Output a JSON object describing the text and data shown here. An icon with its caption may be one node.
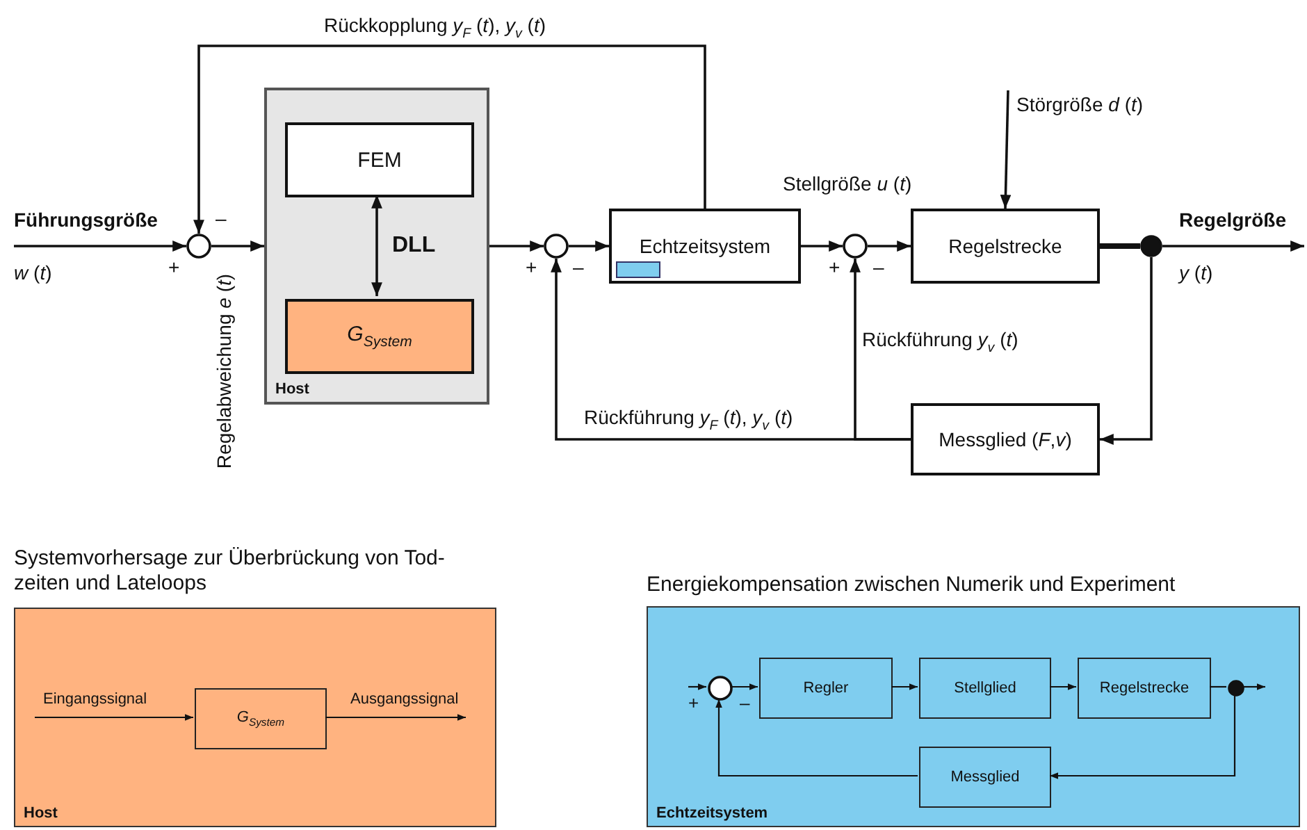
{
  "diagram": {
    "nodes": [
      {
        "text": [
          "Führungsgröße",
          "*w* (*t*)"
        ]
      },
      {
        "text": [],
        "shape": "circle"
      },
      {
        "text": [
          "Host"
        ]
      },
      {
        "text": [
          "FEM"
        ],
        "in": 2
      },
      {
        "text": [
          "G$_{System}$"
        ],
        "in": 2
      },
      {
        "text": [],
        "shape": "circle"
      },
      {
        "text": [
          "Echtzeitsystem"
        ]
      },
      {
        "text": [],
        "shape": "circle"
      },
      {
        "text": [
          "Regelstrecke"
        ]
      },
      {
        "text": [],
        "shape": "dot"
      },
      {
        "text": [
          "Regelgröße",
          "*y* (*t*)"
        ]
      },
      {
        "text": [
          "Messglied (*F*,*v*)"
        ]
      },
      {
        "text": [
          "Systemvorhersage zur Überbrückung von Tod- zeiten und Lateloops",
          "Host"
        ]
      },
      {
        "text": [
          "G$_{System}$"
        ],
        "in": 12
      },
      {
        "text": [
          "Energiekompensation zwischen Numerik und Experiment",
          "Echtzeitsystem"
        ]
      },
      {
        "text": [],
        "shape": "circle",
        "in": 14
      },
      {
        "text": [
          "Regler"
        ],
        "in": 14
      },
      {
        "text": [
          "Stellglied"
        ],
        "in": 14
      },
      {
        "text": [
          "Regelstrecke"
        ],
        "in": 14
      },
      {
        "text": [],
        "shape": "dot",
        "in": 14
      },
      {
        "text": [
          "Messglied"
        ],
        "in": 14
      }
    ],
    "edges": [
      {
        "from": 0,
        "to": 1,
        "arrow": "to"
      },
      {
        "from": 1,
        "to": 2,
        "arrow": "to",
        "label": "Regelabweichung *e* (*t*)"
      },
      {
        "from": 3,
        "to": 4,
        "arrow": "both",
        "label": "DLL"
      },
      {
        "from": 2,
        "to": 5,
        "arrow": "to"
      },
      {
        "from": 5,
        "to": 6,
        "arrow": "to"
      },
      {
        "from": 6,
        "to": 7,
        "arrow": "to",
        "label": "Stellgröße *u* (*t*)"
      },
      {
        "from": 7,
        "to": 8,
        "arrow": "to"
      },
      {
        "from": null,
        "to": 8,
        "arrow": "to",
        "label": "Störgröße *d* (*t*)"
      },
      {
        "from": 8,
        "to": 9,
        "arrow": "none",
        "style": "thick"
      },
      {
        "from": 9,
        "to": 10,
        "arrow": "to"
      },
      {
        "from": 9,
        "to": 11,
        "arrow": "to"
      },
      {
        "from": 11,
        "to": 7,
        "arrow": "to",
        "label": "Rückführung *y*$_{v}$ (*t*)"
      },
      {
        "from": 11,
        "to": 5,
        "arrow": "to",
        "label": "Rückführung *y*$_{F}$ (*t*), *y*$_{v}$ (*t*)"
      },
      {
        "from": 6,
        "to": 1,
        "arrow": "to",
        "label": "Rückkopplung *y*$_{F}$ (*t*), *y*$_{v}$ (*t*)"
      },
      {
        "from": null,
        "to": 13,
        "arrow": "to",
        "label": "Eingangssignal"
      },
      {
        "from": 13,
        "to": null,
        "arrow": "to",
        "label": "Ausgangssignal"
      },
      {
        "from": null,
        "to": 15,
        "arrow": "to"
      },
      {
        "from": 15,
        "to": 16,
        "arrow": "to"
      },
      {
        "from": 16,
        "to": 17,
        "arrow": "to"
      },
      {
        "from": 17,
        "to": 18,
        "arrow": "to"
      },
      {
        "from": 18,
        "to": 19,
        "arrow": "none"
      },
      {
        "from": 19,
        "to": null,
        "arrow": "to"
      },
      {
        "from": 19,
        "to": 20,
        "arrow": "to"
      },
      {
        "from": 20,
        "to": 15,
        "arrow": "to"
      }
    ],
    "labels": [
      "–",
      "+",
      "+",
      "–",
      "+",
      "–",
      "+",
      "–"
    ]
  }
}
